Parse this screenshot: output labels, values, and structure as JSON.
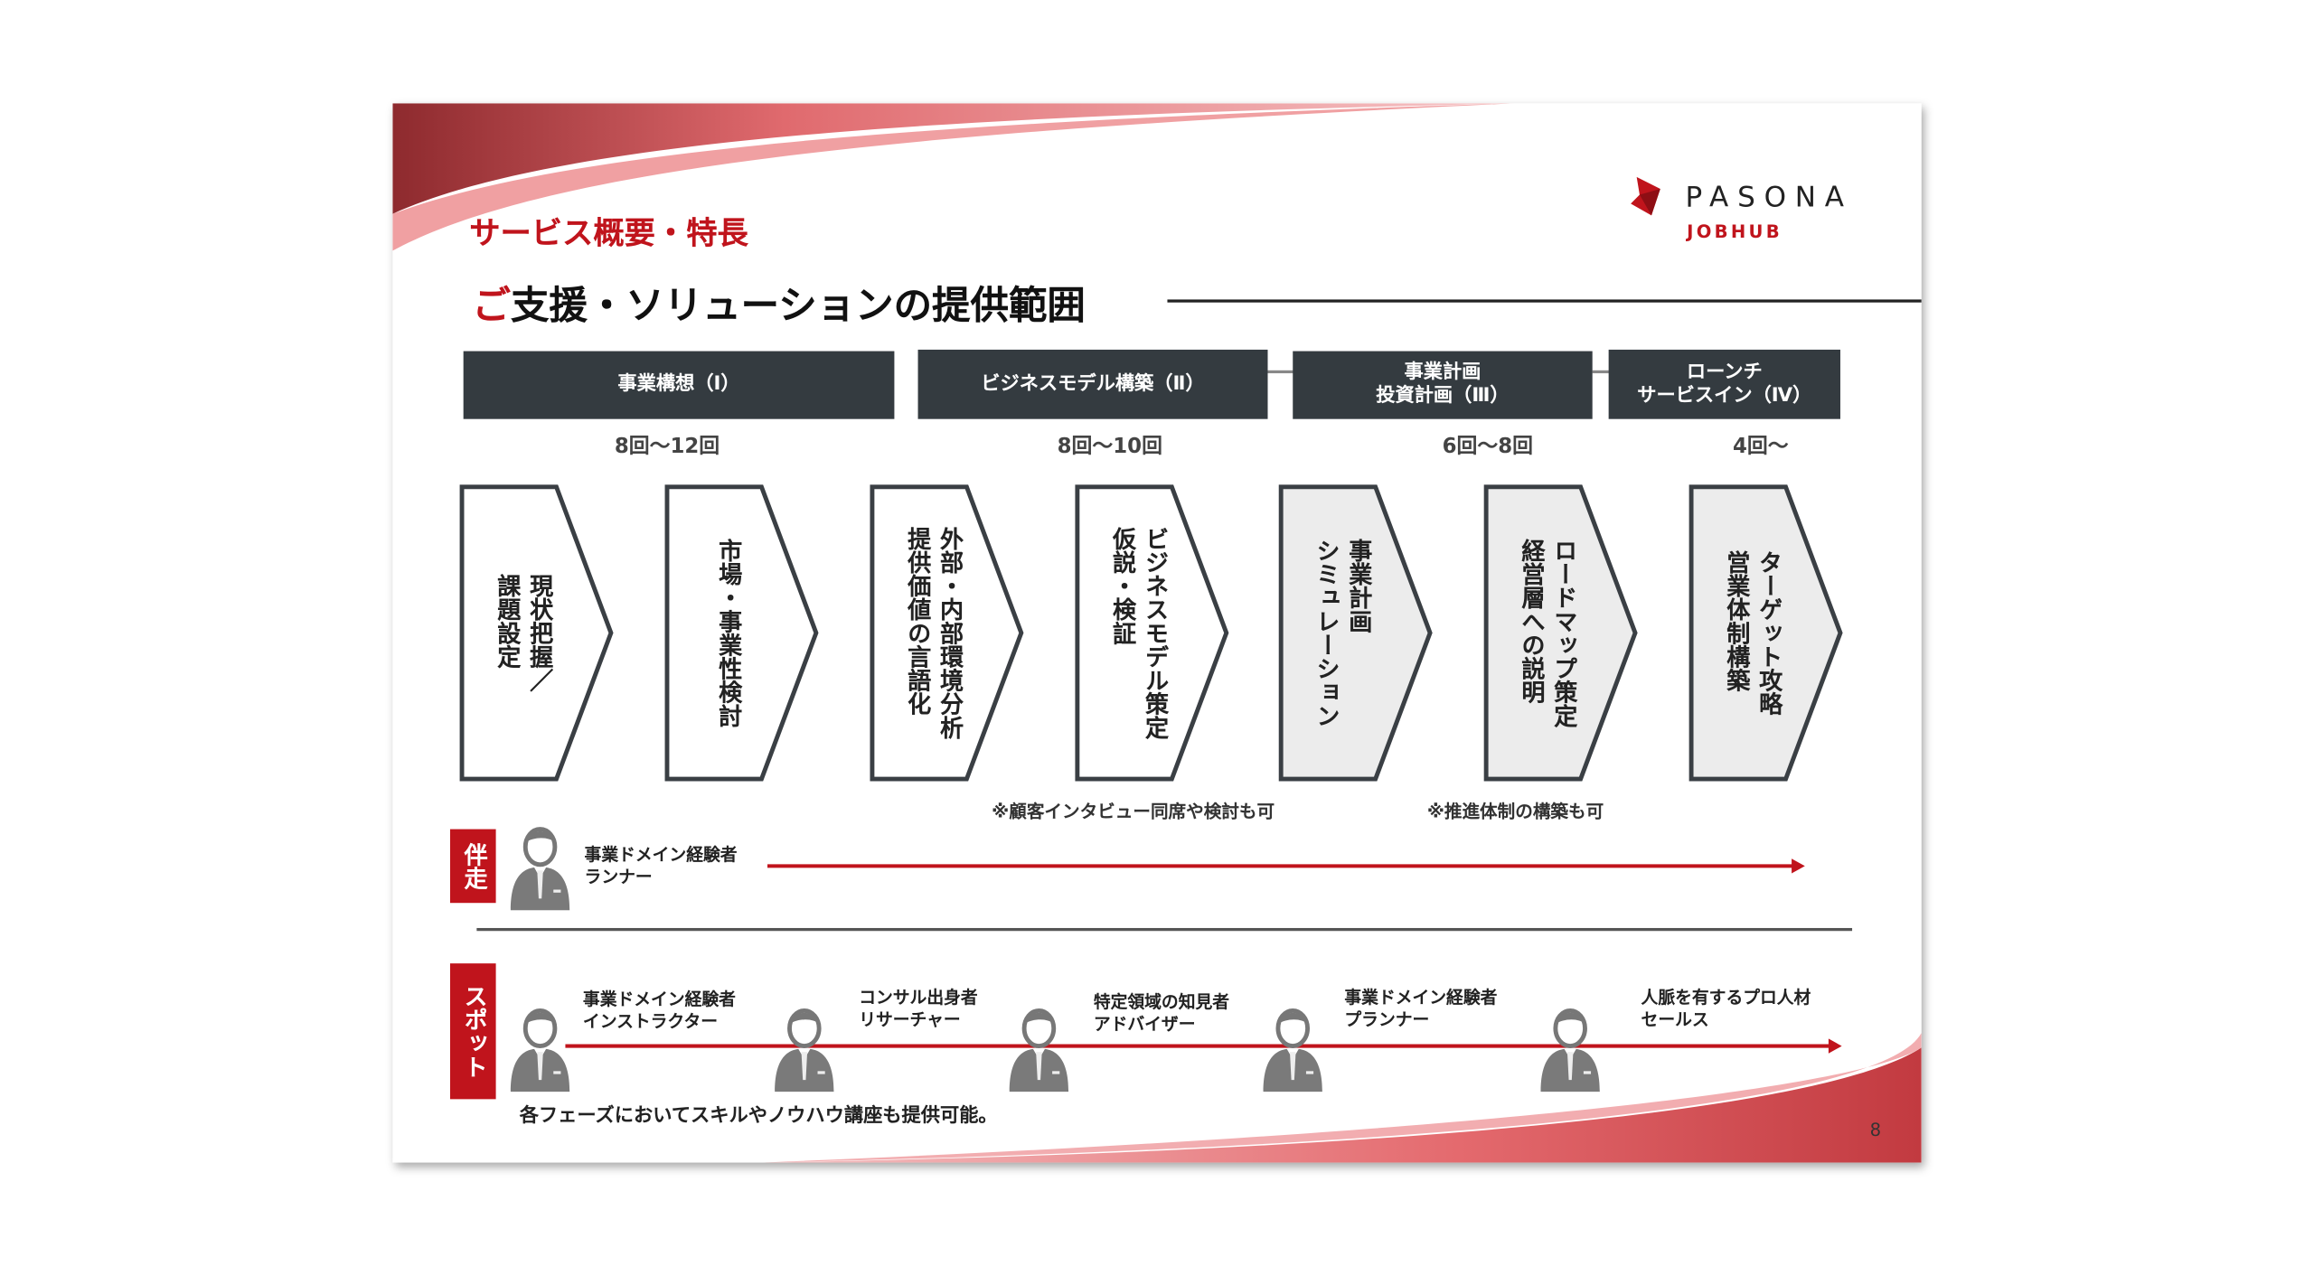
{
  "slide": {
    "subtitle": "サービス概要・特長",
    "title_accent": "ご",
    "title_rest": "支援・ソリューションの提供範囲",
    "logo": {
      "name": "PASONA",
      "sub": "JOBHUB"
    },
    "colors": {
      "accent": "#c0141c",
      "phase_bg": "#343b40",
      "chevron_grey": "#ececec"
    },
    "phases": [
      {
        "label": "事業構想（Ⅰ）",
        "count": "8回〜12回"
      },
      {
        "label": "ビジネスモデル構築（Ⅱ）",
        "count": "8回〜10回"
      },
      {
        "label": "事業計画\n投資計画（Ⅲ）",
        "count": "6回〜8回"
      },
      {
        "label": "ローンチ\nサービスイン（Ⅳ）",
        "count": "4回〜"
      }
    ],
    "steps": [
      {
        "text": "現状把握／\n課題設定"
      },
      {
        "text": "市場・事業性検討"
      },
      {
        "text": "外部・内部環境分析\n提供価値の言語化"
      },
      {
        "text": "ビジネスモデル策定\n仮説・検証"
      },
      {
        "text": "事業計画\nシミュレーション"
      },
      {
        "text": "ロードマップ策定\n経営層への説明"
      },
      {
        "text": "ターゲット攻略\n営業体制構築"
      }
    ],
    "notes": [
      "※顧客インタビュー同席や検討も可",
      "※推進体制の構築も可"
    ],
    "accompany": {
      "tag": "伴走",
      "role": "事業ドメイン経験者\nランナー"
    },
    "spot": {
      "tag": "スポット",
      "roles": [
        "事業ドメイン経験者\nインストラクター",
        "コンサル出身者\nリサーチャー",
        "特定領域の知見者\nアドバイザー",
        "事業ドメイン経験者\nプランナー",
        "人脈を有するプロ人材\nセールス"
      ]
    },
    "footer": "各フェーズにおいてスキルやノウハウ講座も提供可能。",
    "page_number": "8"
  }
}
